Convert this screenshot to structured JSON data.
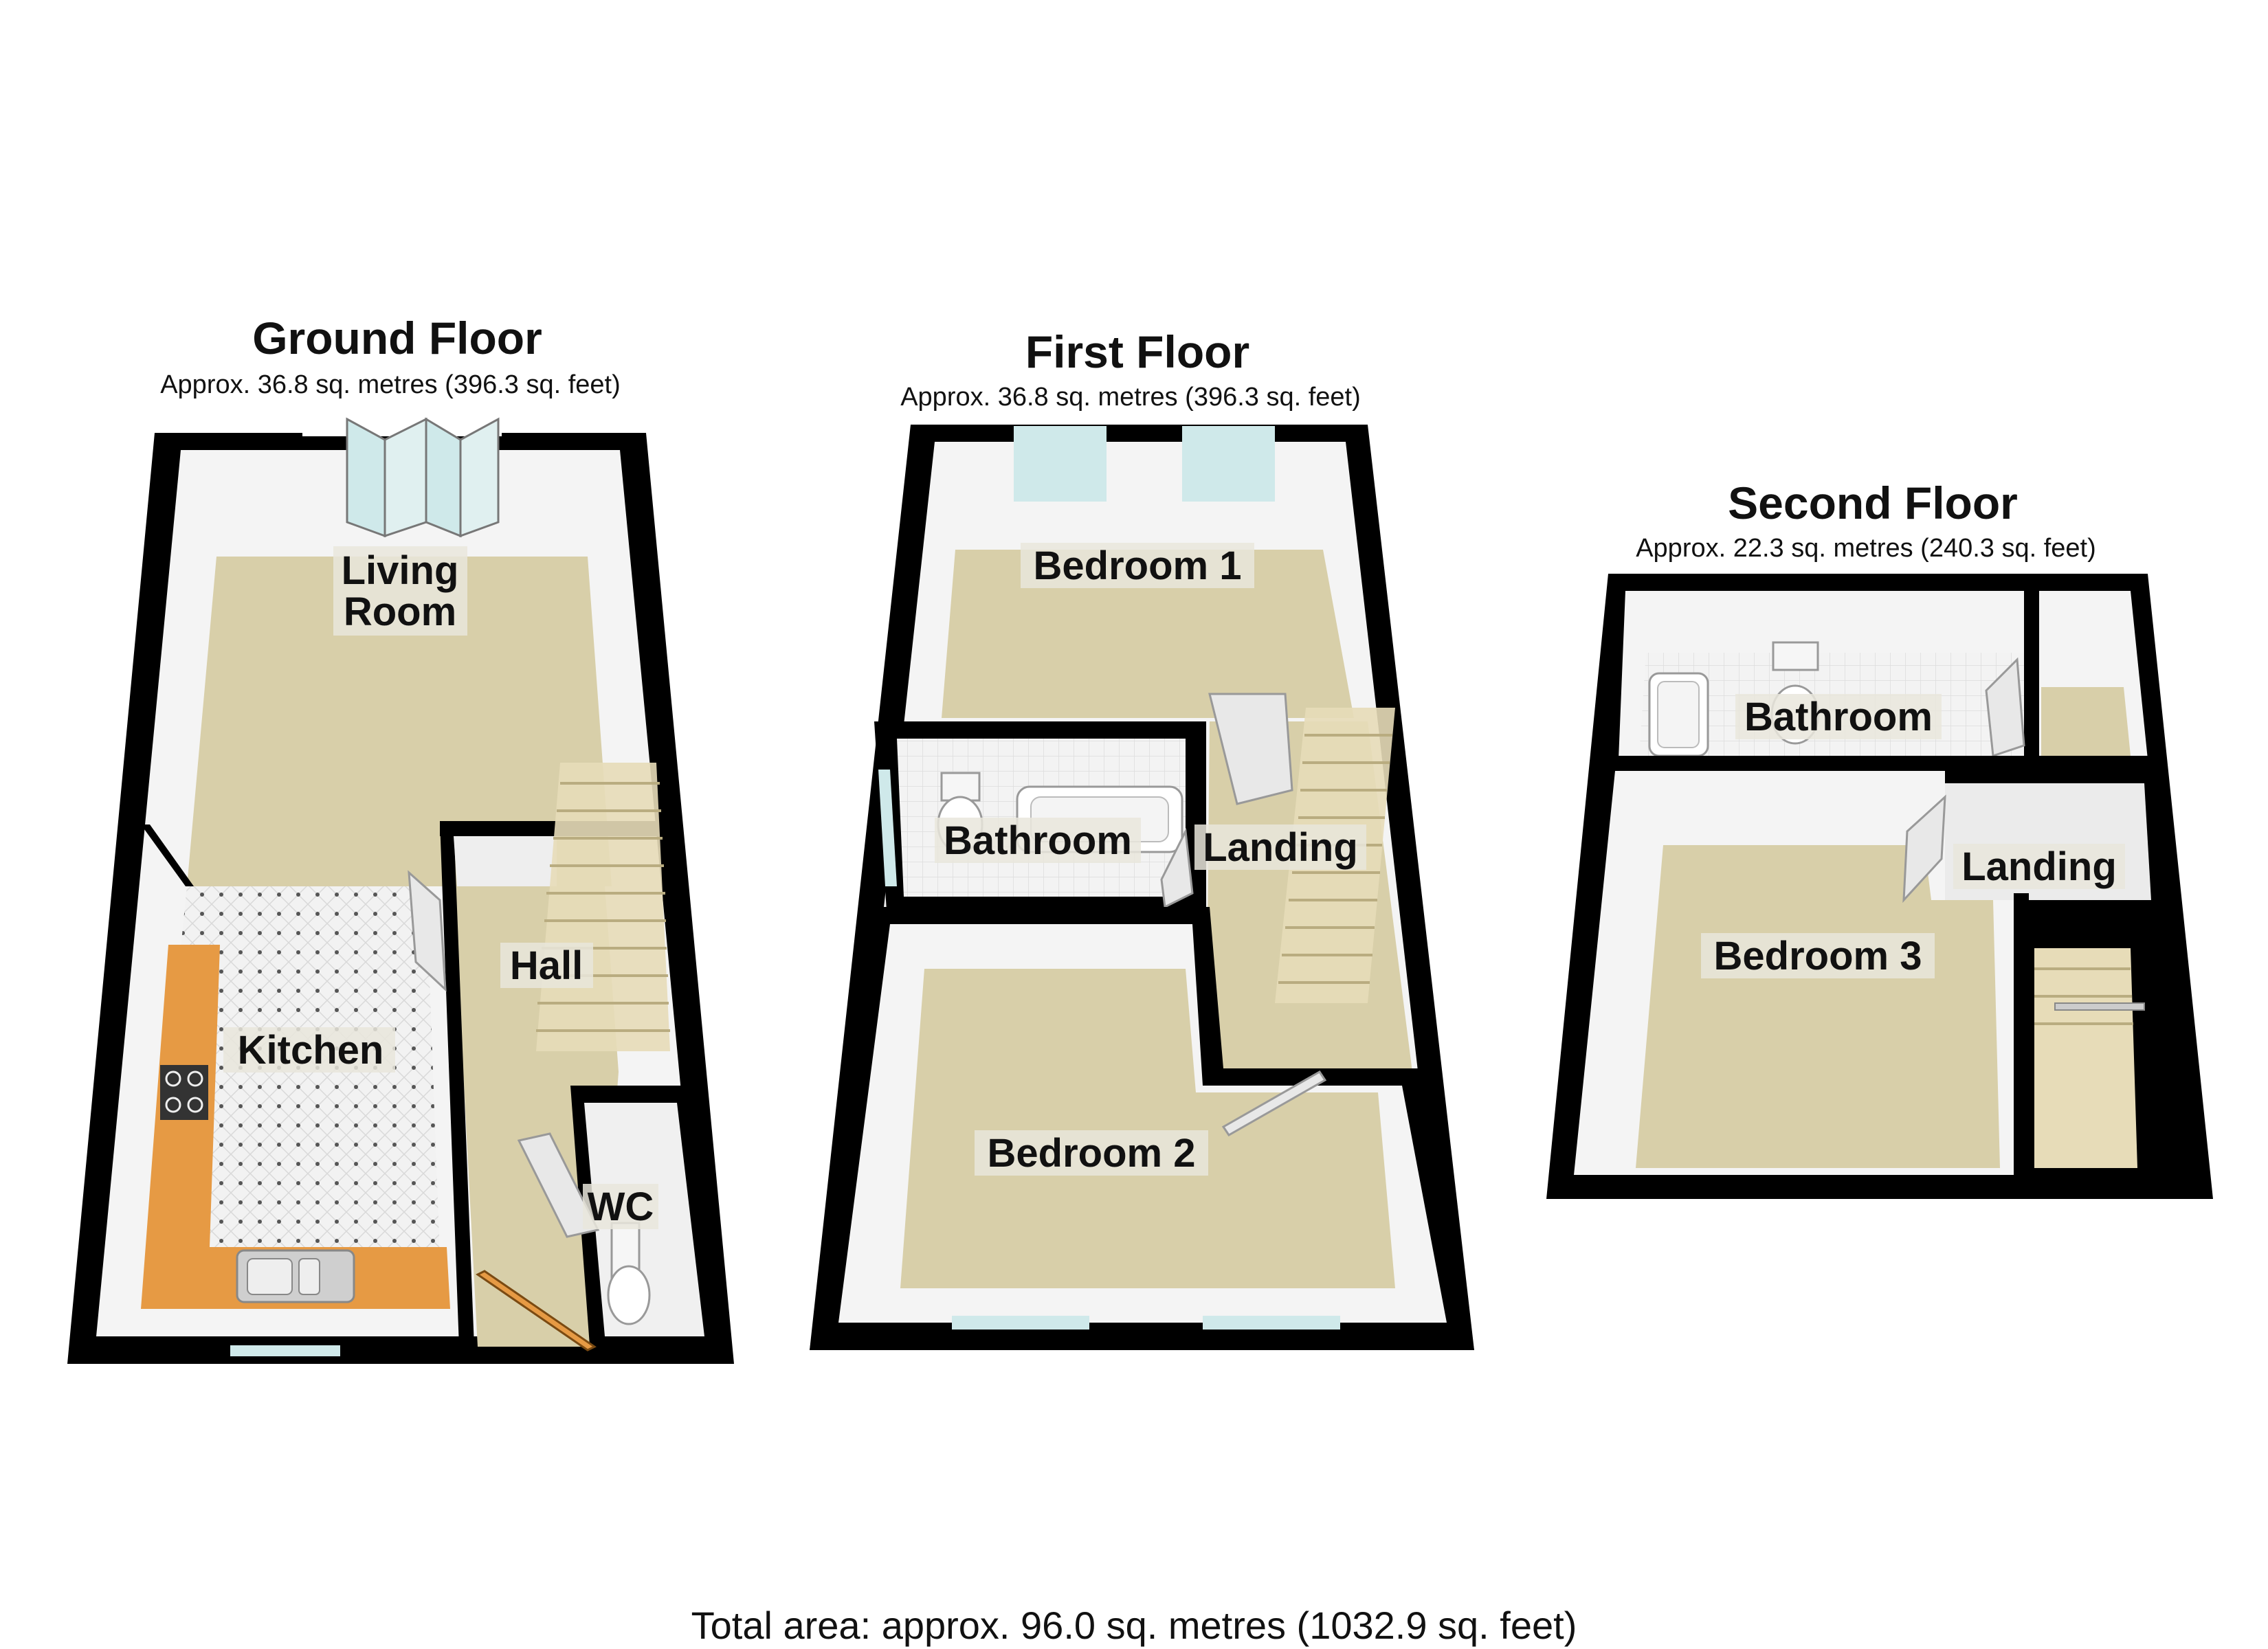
{
  "floors": [
    {
      "title": "Ground Floor",
      "area": "Approx. 36.8 sq. metres (396.3 sq. feet)",
      "rooms": [
        {
          "label_lines": [
            "Living",
            "Room"
          ]
        },
        {
          "label_lines": [
            "Hall"
          ]
        },
        {
          "label_lines": [
            "Kitchen"
          ]
        },
        {
          "label_lines": [
            "WC"
          ]
        }
      ]
    },
    {
      "title": "First Floor",
      "area": "Approx. 36.8 sq. metres (396.3 sq. feet)",
      "rooms": [
        {
          "label_lines": [
            "Bedroom 1"
          ]
        },
        {
          "label_lines": [
            "Bathroom"
          ]
        },
        {
          "label_lines": [
            "Landing"
          ]
        },
        {
          "label_lines": [
            "Bedroom 2"
          ]
        }
      ]
    },
    {
      "title": "Second Floor",
      "area": "Approx. 22.3 sq. metres (240.3 sq. feet)",
      "rooms": [
        {
          "label_lines": [
            "Bathroom"
          ]
        },
        {
          "label_lines": [
            "Landing"
          ]
        },
        {
          "label_lines": [
            "Bedroom 3"
          ]
        }
      ]
    }
  ],
  "total_area": "Total area: approx. 96.0 sq. metres (1032.9 sq. feet)",
  "colors": {
    "wall": "#000000",
    "carpet": "#d8cfa9",
    "wall_inner": "#f4f4f4",
    "kitchen_floor": "#eeeeee",
    "worktop": "#e69a44",
    "stairs": "#e7dcb8",
    "window": "#cfe9ea"
  }
}
